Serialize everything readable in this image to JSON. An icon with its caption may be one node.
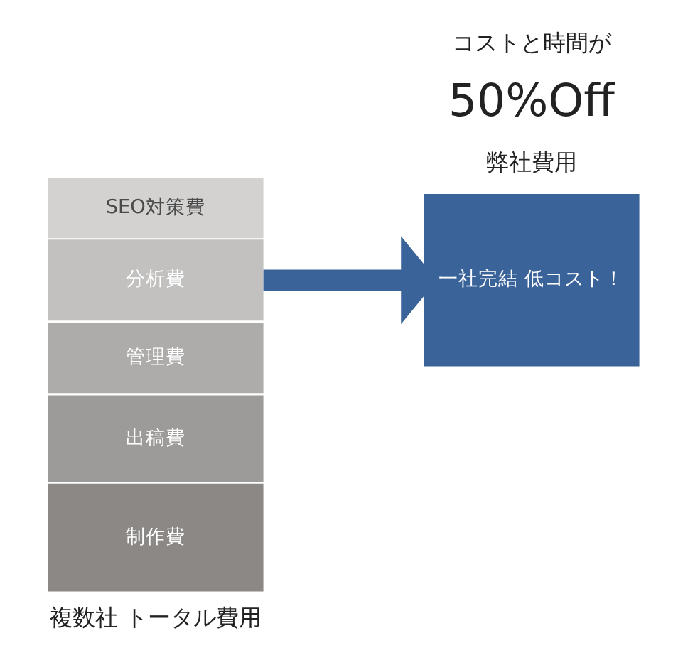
{
  "diagram": {
    "nodes": [
      {
        "text": [
          "SEO対策費"
        ]
      },
      {
        "text": [
          "分析費"
        ]
      },
      {
        "text": [
          "管理費"
        ]
      },
      {
        "text": [
          "出稿費"
        ]
      },
      {
        "text": [
          "制作費"
        ]
      },
      {
        "text": [
          "一社完結 低コスト！"
        ]
      }
    ],
    "edges": [
      {
        "from": 1,
        "to": 5,
        "arrow": "to"
      }
    ],
    "labels": [
      "コストと時間が",
      "50%Off",
      "複数社 トータル費用",
      "弊社費用"
    ]
  }
}
